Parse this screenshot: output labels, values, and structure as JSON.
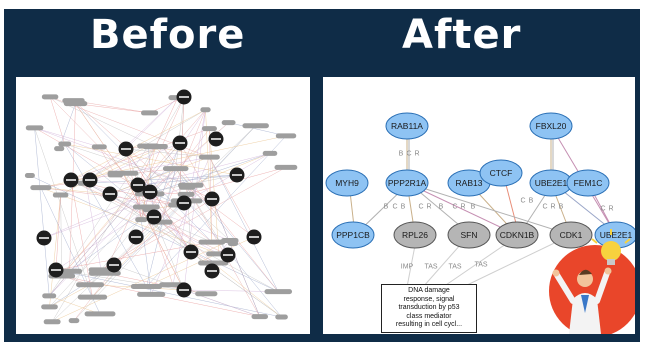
{
  "titles": {
    "before": "Before",
    "after": "After"
  },
  "after_nodes": {
    "blue": [
      "RAB11A",
      "FBXL20",
      "MYH9",
      "PPP2R1A",
      "RAB13",
      "CTCF",
      "UBE2E1",
      "FEM1C",
      "PPP1CB",
      "UBE2E1"
    ],
    "gray": [
      "RPL26",
      "SFN",
      "CDKN1B",
      "CDK1"
    ]
  },
  "after_edge_labels": [
    "B",
    "C",
    "R",
    "B",
    "C",
    "B",
    "C",
    "R",
    "B",
    "C",
    "R",
    "B",
    "C",
    "B",
    "C",
    "R",
    "B",
    "C",
    "R"
  ],
  "after_ref_labels": [
    "IMP",
    "TAS",
    "TAS",
    "TAS"
  ],
  "annotation": [
    "DNA damage",
    "response, signal",
    "transduction by p53",
    "class mediator",
    "resulting in cell cycl..."
  ],
  "colors": {
    "frame": "#0f2c47",
    "blue_node": "#8ec3f3",
    "gray_node": "#b5b5b5",
    "dark_node": "#1e1e1e",
    "badge": "#e9462a"
  },
  "icons": [
    "excited-person-icon",
    "lightbulb-icon"
  ]
}
